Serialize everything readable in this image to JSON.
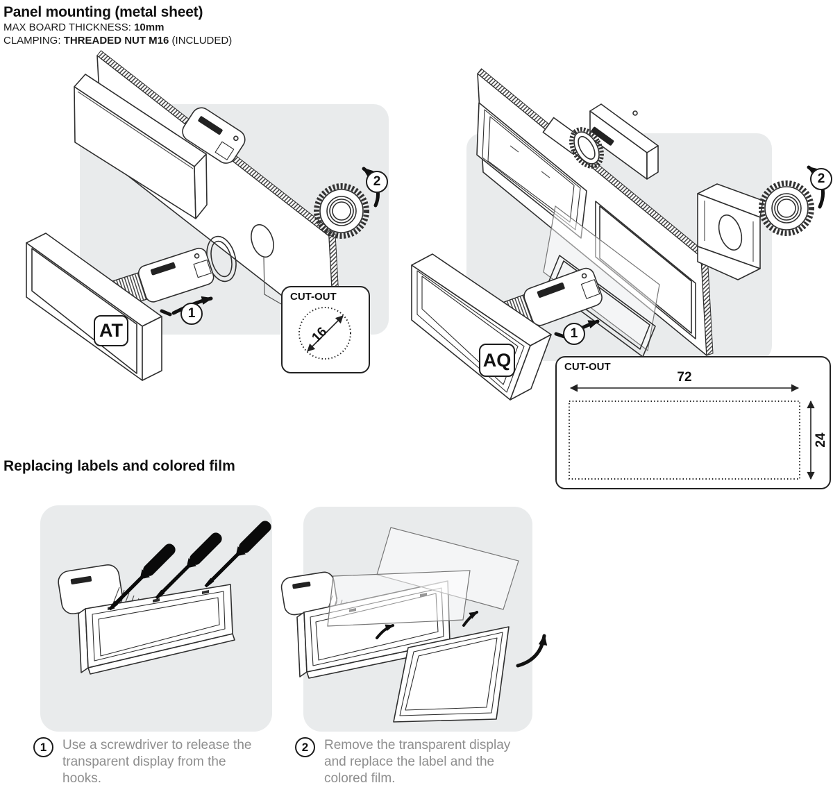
{
  "header": {
    "title": "Panel mounting (metal sheet)",
    "specs": [
      {
        "label": "MAX BOARD THICKNESS: ",
        "value": "10mm",
        "suffix": ""
      },
      {
        "label": "CLAMPING: ",
        "value": "THREADED NUT M16",
        "suffix": " (INCLUDED)"
      }
    ]
  },
  "mounting": {
    "at": {
      "model": "AT",
      "badge_insert": "1",
      "badge_nut": "2",
      "cutout": {
        "title": "CUT-OUT",
        "diameter": "16"
      }
    },
    "aq": {
      "model": "AQ",
      "badge_insert": "1",
      "badge_nut": "2",
      "cutout": {
        "title": "CUT-OUT",
        "width": "72",
        "height": "24"
      }
    }
  },
  "replacing": {
    "title": "Replacing labels and colored film",
    "steps": [
      {
        "number": "1",
        "text": "Use a screwdriver to release the transparent display from the hooks."
      },
      {
        "number": "2",
        "text": "Remove the transparent display and replace the label and the colored film."
      }
    ]
  },
  "colors": {
    "panel_gray": "#e9ebec",
    "line_art": "#2f2f2f",
    "caption_text": "#8e8e8e",
    "accent_black": "#111111"
  }
}
